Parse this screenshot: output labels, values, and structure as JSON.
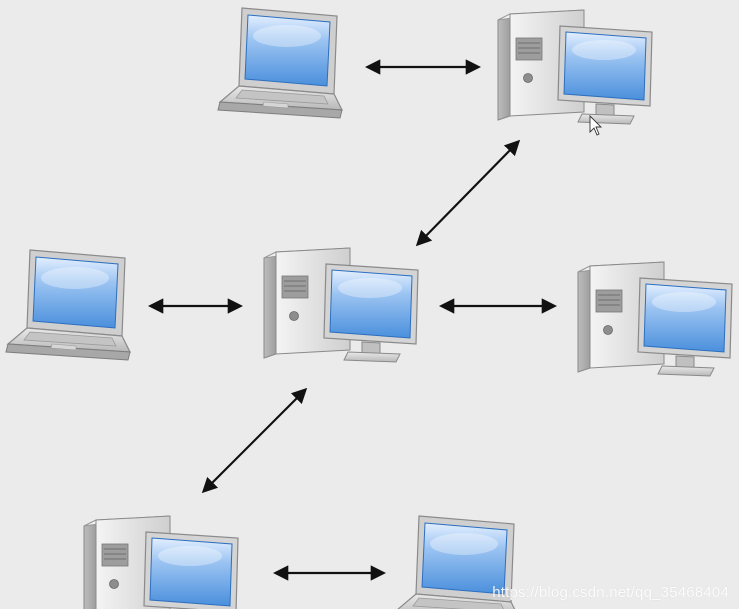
{
  "watermark": "https://blog.csdn.net/qq_35468404",
  "nodes": [
    {
      "id": "laptop-top",
      "type": "laptop"
    },
    {
      "id": "desktop-top-right",
      "type": "desktop"
    },
    {
      "id": "laptop-middle-left",
      "type": "laptop"
    },
    {
      "id": "desktop-center",
      "type": "desktop"
    },
    {
      "id": "desktop-middle-right",
      "type": "desktop"
    },
    {
      "id": "desktop-bottom-left",
      "type": "desktop"
    },
    {
      "id": "laptop-bottom-right",
      "type": "laptop"
    }
  ],
  "edges": [
    {
      "from": "laptop-top",
      "to": "desktop-top-right",
      "direction": "both"
    },
    {
      "from": "desktop-center",
      "to": "desktop-top-right",
      "direction": "both"
    },
    {
      "from": "laptop-middle-left",
      "to": "desktop-center",
      "direction": "both"
    },
    {
      "from": "desktop-center",
      "to": "desktop-middle-right",
      "direction": "both"
    },
    {
      "from": "desktop-center",
      "to": "desktop-bottom-left",
      "direction": "both"
    },
    {
      "from": "desktop-bottom-left",
      "to": "laptop-bottom-right",
      "direction": "both"
    }
  ],
  "colors": {
    "background": "#ebebeb",
    "screen_light": "#cfe4fb",
    "screen_mid": "#7fb2ec",
    "screen_dark": "#3f86d8",
    "device_body": "#d9d9d9",
    "device_dark": "#a9a9a9",
    "arrow": "#111111"
  }
}
